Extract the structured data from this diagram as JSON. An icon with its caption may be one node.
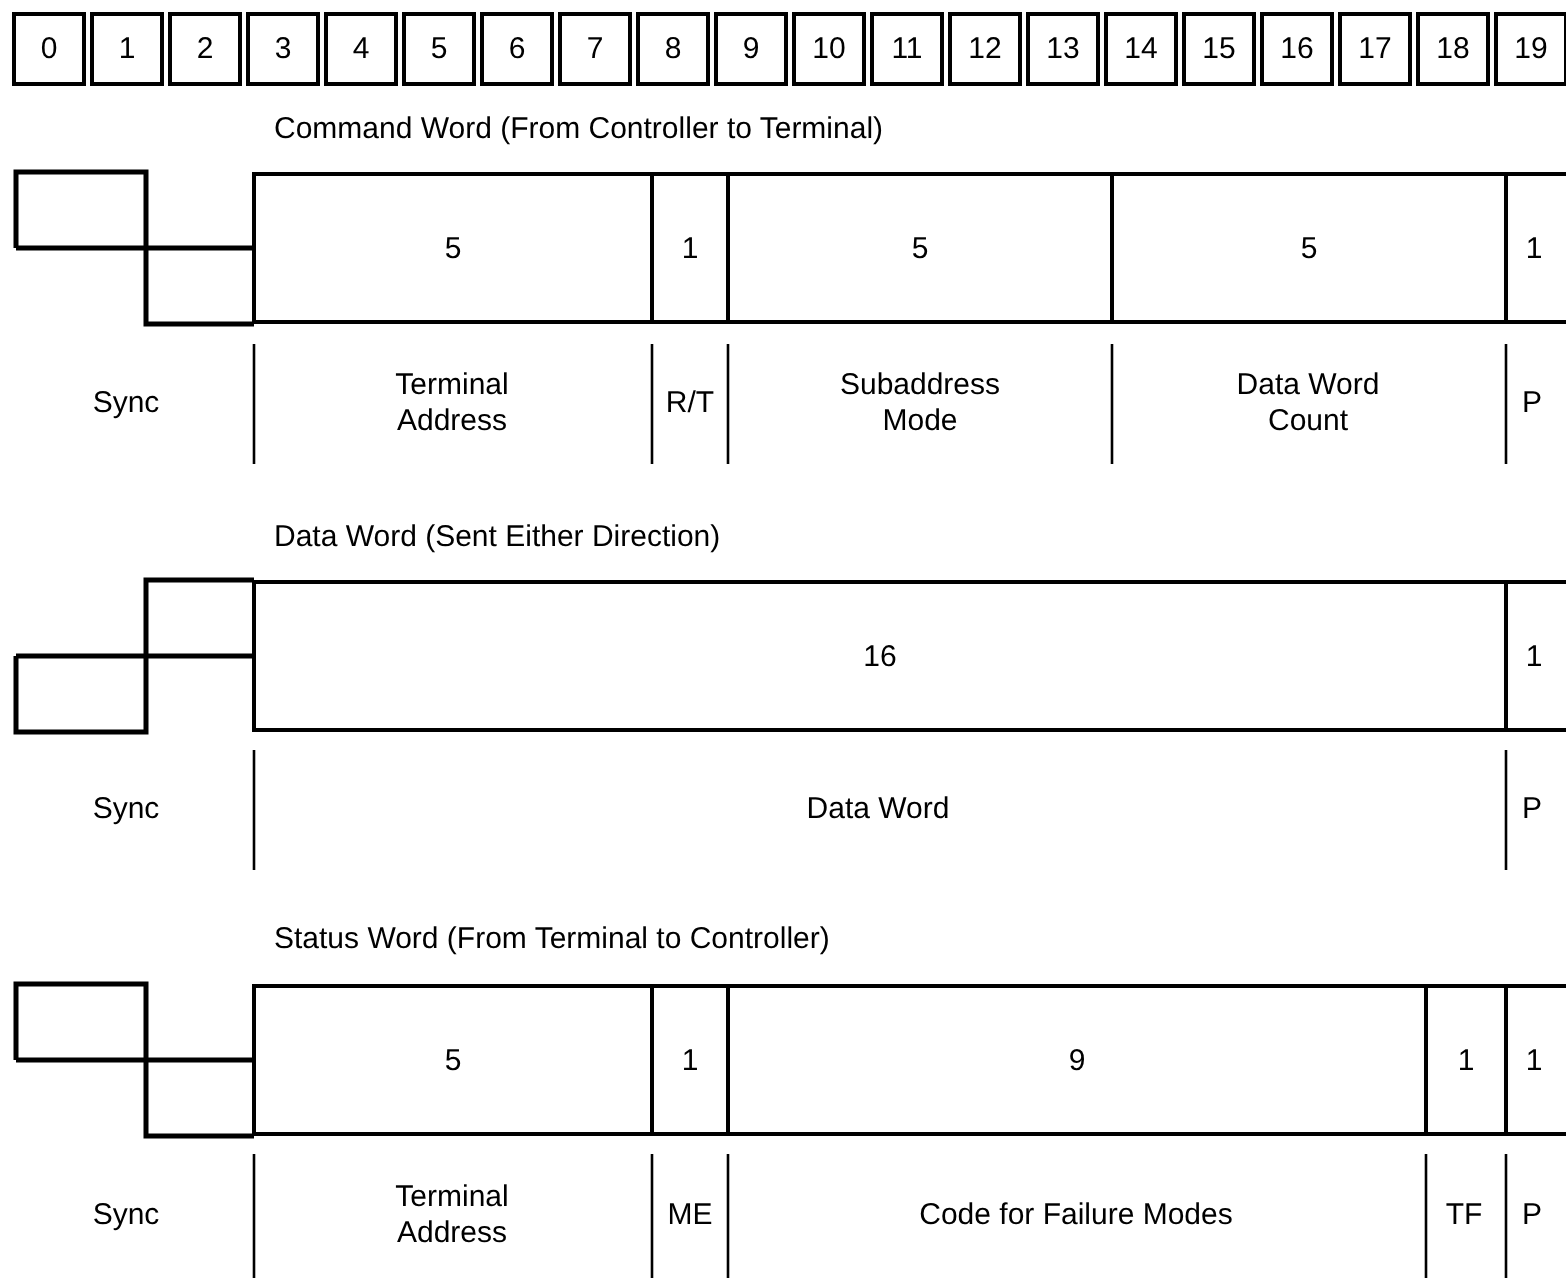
{
  "diagram": {
    "nodes": [
      {
        "text": [
          "0"
        ]
      },
      {
        "text": [
          "1"
        ]
      },
      {
        "text": [
          "2"
        ]
      },
      {
        "text": [
          "3"
        ]
      },
      {
        "text": [
          "4"
        ]
      },
      {
        "text": [
          "5"
        ]
      },
      {
        "text": [
          "6"
        ]
      },
      {
        "text": [
          "7"
        ]
      },
      {
        "text": [
          "8"
        ]
      },
      {
        "text": [
          "9"
        ]
      },
      {
        "text": [
          "10"
        ]
      },
      {
        "text": [
          "11"
        ]
      },
      {
        "text": [
          "12"
        ]
      },
      {
        "text": [
          "13"
        ]
      },
      {
        "text": [
          "14"
        ]
      },
      {
        "text": [
          "15"
        ]
      },
      {
        "text": [
          "16"
        ]
      },
      {
        "text": [
          "17"
        ]
      },
      {
        "text": [
          "18"
        ]
      },
      {
        "text": [
          "19"
        ]
      },
      {
        "text": [
          "5"
        ]
      },
      {
        "text": [
          "1"
        ]
      },
      {
        "text": [
          "5"
        ]
      },
      {
        "text": [
          "5"
        ]
      },
      {
        "text": [
          "1"
        ]
      },
      {
        "text": [
          "16"
        ]
      },
      {
        "text": [
          "1"
        ]
      },
      {
        "text": [
          "5"
        ]
      },
      {
        "text": [
          "1"
        ]
      },
      {
        "text": [
          "9"
        ]
      },
      {
        "text": [
          "1"
        ]
      },
      {
        "text": [
          "1"
        ]
      }
    ],
    "labels": [
      "Command Word (From Controller to Terminal)",
      "Sync",
      "Terminal Address",
      "R/T",
      "Subaddress Mode",
      "Data Word Count",
      "P",
      "Data Word (Sent Either Direction)",
      "Sync",
      "Data Word",
      "P",
      "Status Word (From Terminal to Controller)",
      "Sync",
      "Terminal Address",
      "ME",
      "Code for Failure Modes",
      "TF",
      "P"
    ]
  }
}
